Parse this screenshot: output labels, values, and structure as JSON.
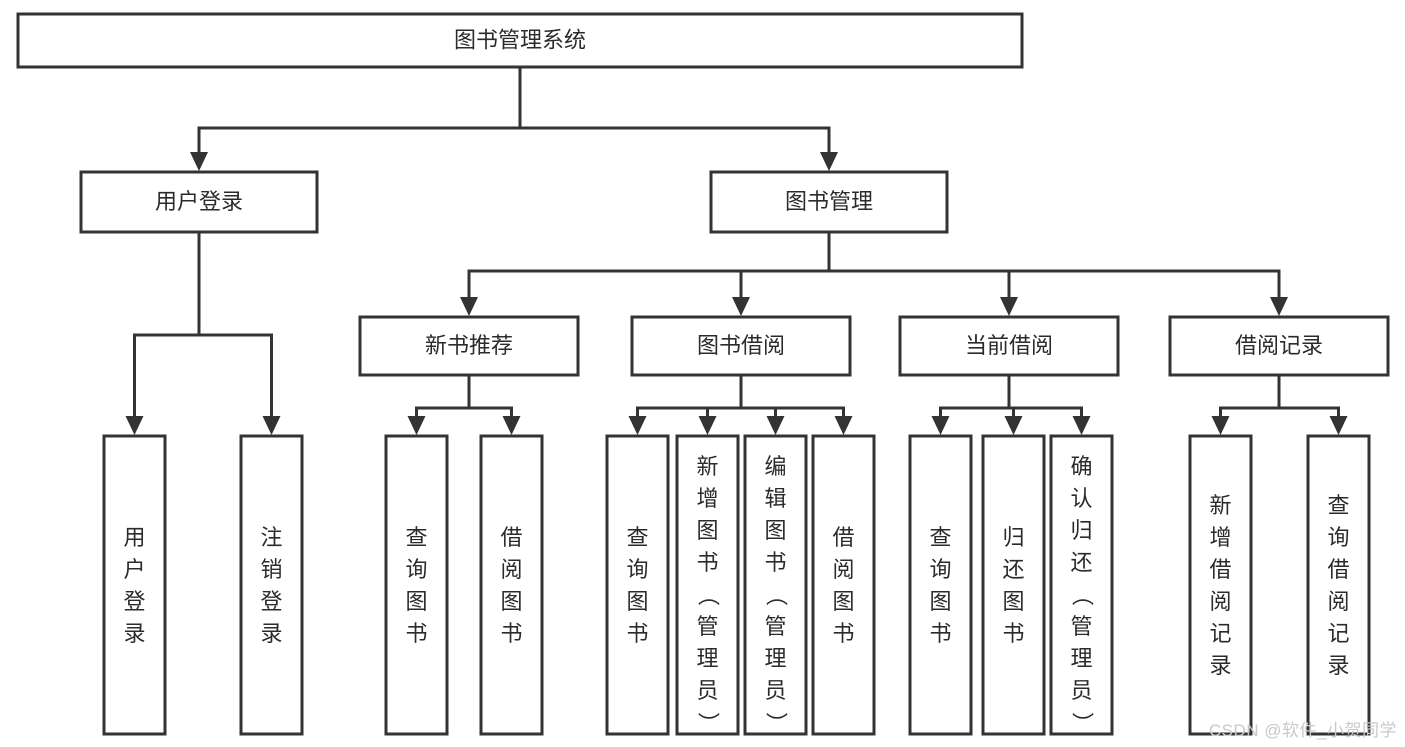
{
  "diagram": {
    "type": "tree",
    "title": "图书管理系统",
    "watermark": "CSDN @软件_小贺同学",
    "colors": {
      "stroke": "#333333",
      "box_fill": "#ffffff",
      "text": "#2b2b2b",
      "background": "#ffffff",
      "watermark": "#c9c9c9"
    },
    "levels": [
      {
        "level": 1,
        "nodes": [
          {
            "id": "root",
            "label": "图书管理系统",
            "orientation": "horizontal"
          }
        ]
      },
      {
        "level": 2,
        "nodes": [
          {
            "id": "user-login",
            "label": "用户登录",
            "orientation": "horizontal",
            "parent": "root"
          },
          {
            "id": "book-manage",
            "label": "图书管理",
            "orientation": "horizontal",
            "parent": "root"
          }
        ]
      },
      {
        "level": 3,
        "nodes": [
          {
            "id": "new-book-rec",
            "label": "新书推荐",
            "orientation": "horizontal",
            "parent": "book-manage"
          },
          {
            "id": "book-borrow",
            "label": "图书借阅",
            "orientation": "horizontal",
            "parent": "book-manage"
          },
          {
            "id": "current-borrow",
            "label": "当前借阅",
            "orientation": "horizontal",
            "parent": "book-manage"
          },
          {
            "id": "borrow-record",
            "label": "借阅记录",
            "orientation": "horizontal",
            "parent": "book-manage"
          }
        ]
      },
      {
        "level": 4,
        "nodes": [
          {
            "id": "leaf-user-login",
            "label": "用户登录",
            "orientation": "vertical",
            "parent": "user-login"
          },
          {
            "id": "leaf-logout",
            "label": "注销登录",
            "orientation": "vertical",
            "parent": "user-login"
          },
          {
            "id": "leaf-query-book-1",
            "label": "查询图书",
            "orientation": "vertical",
            "parent": "new-book-rec"
          },
          {
            "id": "leaf-borrow-book-1",
            "label": "借阅图书",
            "orientation": "vertical",
            "parent": "new-book-rec"
          },
          {
            "id": "leaf-query-book-2",
            "label": "查询图书",
            "orientation": "vertical",
            "parent": "book-borrow"
          },
          {
            "id": "leaf-add-book",
            "label": "新增图书（管理员）",
            "orientation": "vertical",
            "parent": "book-borrow"
          },
          {
            "id": "leaf-edit-book",
            "label": "编辑图书（管理员）",
            "orientation": "vertical",
            "parent": "book-borrow"
          },
          {
            "id": "leaf-borrow-book-2",
            "label": "借阅图书",
            "orientation": "vertical",
            "parent": "book-borrow"
          },
          {
            "id": "leaf-query-book-3",
            "label": "查询图书",
            "orientation": "vertical",
            "parent": "current-borrow"
          },
          {
            "id": "leaf-return-book",
            "label": "归还图书",
            "orientation": "vertical",
            "parent": "current-borrow"
          },
          {
            "id": "leaf-confirm-return",
            "label": "确认归还（管理员）",
            "orientation": "vertical",
            "parent": "current-borrow"
          },
          {
            "id": "leaf-add-record",
            "label": "新增借阅记录",
            "orientation": "vertical",
            "parent": "borrow-record"
          },
          {
            "id": "leaf-query-record",
            "label": "查询借阅记录",
            "orientation": "vertical",
            "parent": "borrow-record"
          }
        ]
      }
    ]
  }
}
